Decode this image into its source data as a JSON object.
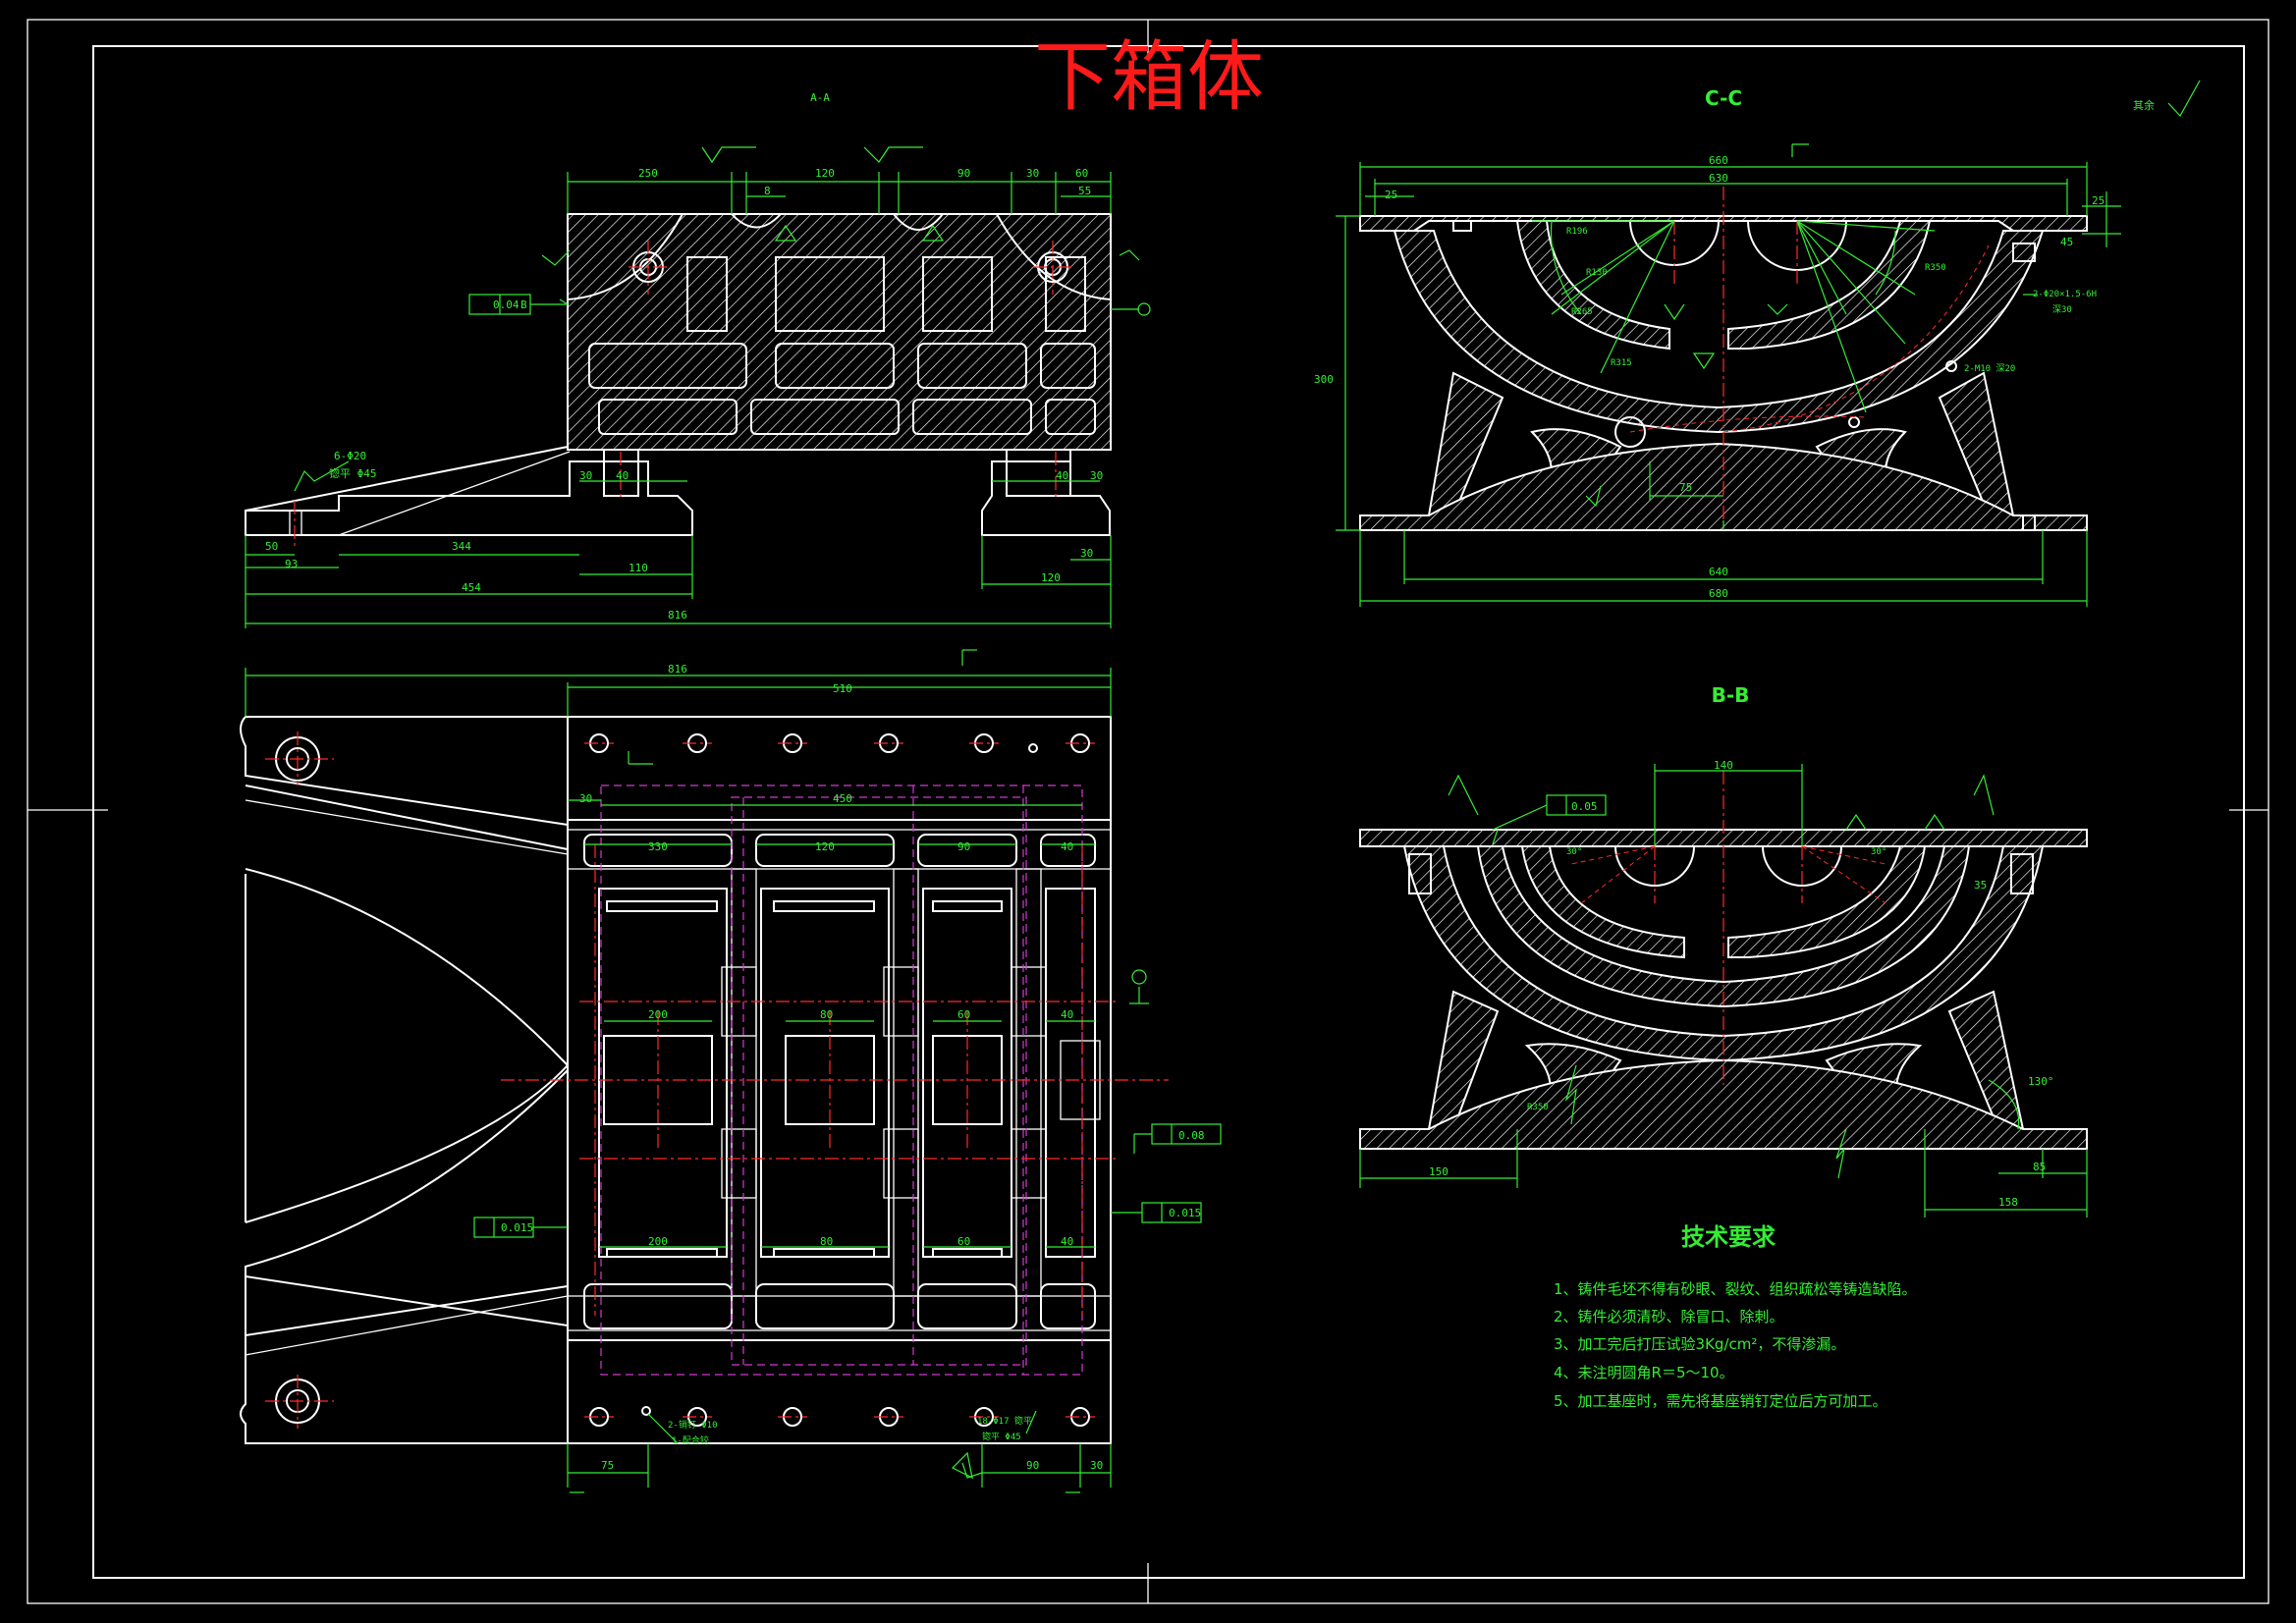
{
  "drawing": {
    "title": "下箱体",
    "views": {
      "section_aa": "A-A",
      "section_cc": "C-C",
      "section_bb": "B-B"
    },
    "surface_note": "其余",
    "tech_requirements": {
      "heading": "技术要求",
      "items": [
        "1、铸件毛坯不得有砂眼、裂纹、组织疏松等铸造缺陷。",
        "2、铸件必须清砂、除冒口、除刺。",
        "3、加工完后打压试验3Kg/cm²，不得渗漏。",
        "4、未注明圆角R＝5～10。",
        "5、加工基座时，需先将基座销钉定位后方可加工。"
      ]
    },
    "dims_aa": {
      "d250": "250",
      "d120": "120",
      "d90": "90",
      "d30": "30",
      "d60": "60",
      "d55": "55",
      "d8": "8",
      "d50": "50",
      "d93": "93",
      "d344": "344",
      "d110": "110",
      "d454": "454",
      "d816": "816",
      "d120b": "120",
      "d30b": "30",
      "d40": "40",
      "d30c": "30",
      "d40b": "40",
      "d30d": "30",
      "holes": "6-Φ20",
      "holes2": "锪平 Φ45",
      "tol": "0.04",
      "ref": "B"
    },
    "dims_cc": {
      "d660": "660",
      "d630": "630",
      "d25": "25",
      "d45": "45",
      "d300": "300",
      "d640": "640",
      "d680": "680",
      "d75": "75",
      "r1": "R196",
      "r2": "R130",
      "r3": "R265",
      "r4": "R315",
      "r5": "R350",
      "holes": "2-Φ20×1.5-6H",
      "holes2": "深30",
      "m10": "2-M10 深20"
    },
    "dims_plan": {
      "d816": "816",
      "d510": "510",
      "d450": "450",
      "d30": "30",
      "d330": "330",
      "d120": "120",
      "d90": "90",
      "d40": "40",
      "d200": "200",
      "d80": "80",
      "d60": "60",
      "d75": "75",
      "d90b": "90",
      "d30b": "30",
      "tol1": "0.08",
      "tol2": "0.015",
      "tol3": "0.015",
      "note1": "2-销钉 Φ10",
      "note1b": "1-配合铰",
      "note2": "18-Φ17 锪平",
      "note2b": "锪平 Φ45"
    },
    "dims_bb": {
      "d140": "140",
      "d150": "150",
      "d85": "85",
      "d158": "158",
      "d35": "35",
      "a1": "130°",
      "a2": "30°",
      "tol": "0.05",
      "r": "R350"
    },
    "colors": {
      "outline": "#ffffff",
      "dimension": "#33ee33",
      "centerline": "#ff2a2a",
      "hidden": "#d13bd1",
      "title": "#ff1a1a",
      "background": "#000000"
    }
  }
}
